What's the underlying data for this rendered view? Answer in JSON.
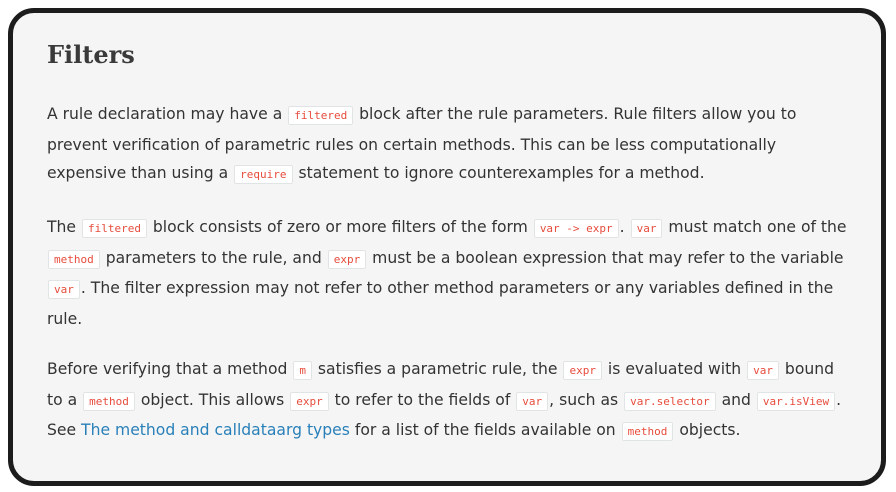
{
  "heading": "Filters",
  "p1": {
    "t1": "A rule declaration may have a ",
    "c1": "filtered",
    "t2": " block after the rule parameters. Rule filters allow you to prevent verification of parametric rules on certain methods. This can be less computationally expensive than using a ",
    "c2": "require",
    "t3": " statement to ignore counterexamples for a method."
  },
  "p2": {
    "t1": "The ",
    "c1": "filtered",
    "t2": " block consists of zero or more filters of the form ",
    "c2": "var -> expr",
    "t3": ". ",
    "c3": "var",
    "t4": " must match one of the ",
    "c4": "method",
    "t5": " parameters to the rule, and ",
    "c5": "expr",
    "t6": " must be a boolean expression that may refer to the variable ",
    "c6": "var",
    "t7": ". The filter expression may not refer to other method parameters or any variables defined in the rule."
  },
  "p3": {
    "t1": "Before verifying that a method ",
    "c1": "m",
    "t2": " satisfies a parametric rule, the ",
    "c2": "expr",
    "t3": " is evaluated with ",
    "c3": "var",
    "t4": " bound to a ",
    "c4": "method",
    "t5": " object. This allows ",
    "c5": "expr",
    "t6": " to refer to the fields of ",
    "c6": "var",
    "t7": ", such as ",
    "c7": "var.selector",
    "t8": " and ",
    "c8": "var.isView",
    "t9": ". See ",
    "link": "The method and calldataarg types",
    "t10": " for a list of the fields available on ",
    "c9": "method",
    "t11": " objects."
  }
}
